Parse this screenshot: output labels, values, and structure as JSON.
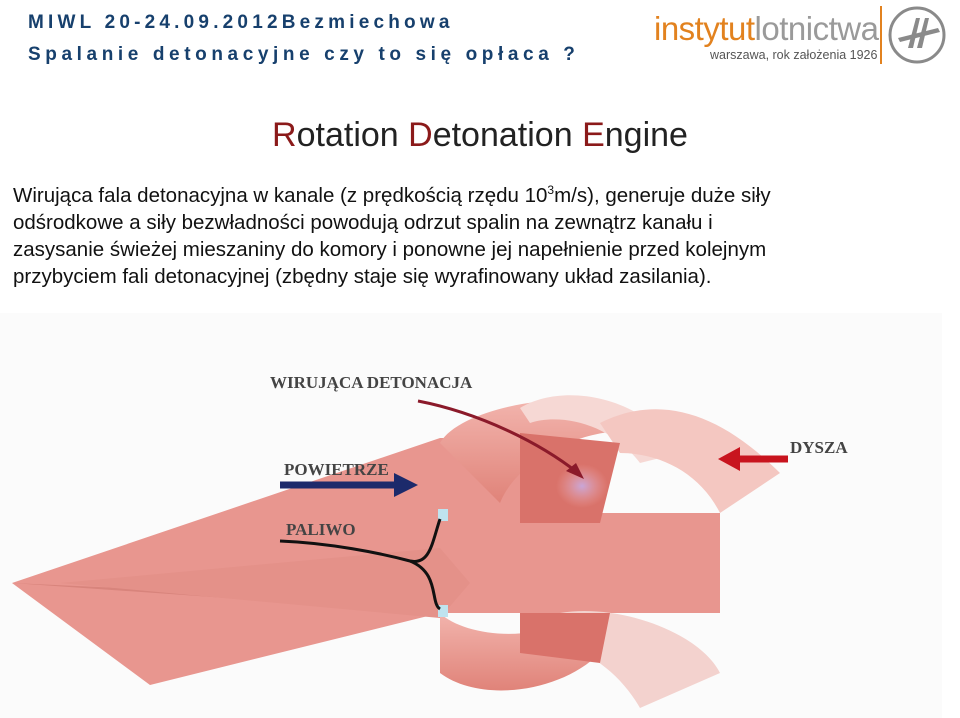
{
  "header": {
    "line1": "MIWL 20-24.09.2012Bezmiechowa",
    "line2": "Spalanie detonacyjne czy to się opłaca ?"
  },
  "logo": {
    "name_part1": "instytut",
    "name_part2": "lotnictwa",
    "subtitle": "warszawa, rok założenia 1926"
  },
  "title": {
    "cap1": "R",
    "rest1": "otation ",
    "cap2": "D",
    "rest2": "etonation ",
    "cap3": "E",
    "rest3": "ngine"
  },
  "body": {
    "l1_a": "Wirująca fala detonacyjna w kanale (z prędkością rzędu 10",
    "l1_sup": "3",
    "l1_b": "m/s), generuje duże siły",
    "l2": "odśrodkowe a siły bezwładności powodują odrzut spalin na zewnątrz kanału i",
    "l3": "zasysanie świeżej mieszaniny do komory i ponowne jej napełnienie przed kolejnym",
    "l4": "przybyciem fali detonacyjnej (zbędny staje się wyrafinowany układ zasilania)."
  },
  "figure": {
    "label_detonation": "WIRUJĄCA DETONACJA",
    "label_air": "POWIETRZE",
    "label_fuel": "PALIWO",
    "label_nozzle": "DYSZA"
  },
  "colors": {
    "header": "#17406d",
    "logo_orange": "#e2821f",
    "title_caps": "#8b1a1a",
    "figure_bg": "#fbfbfb",
    "body_pink": "#e8968f",
    "arrow_navy": "#1c2a6b",
    "arrow_red": "#c8141e"
  }
}
